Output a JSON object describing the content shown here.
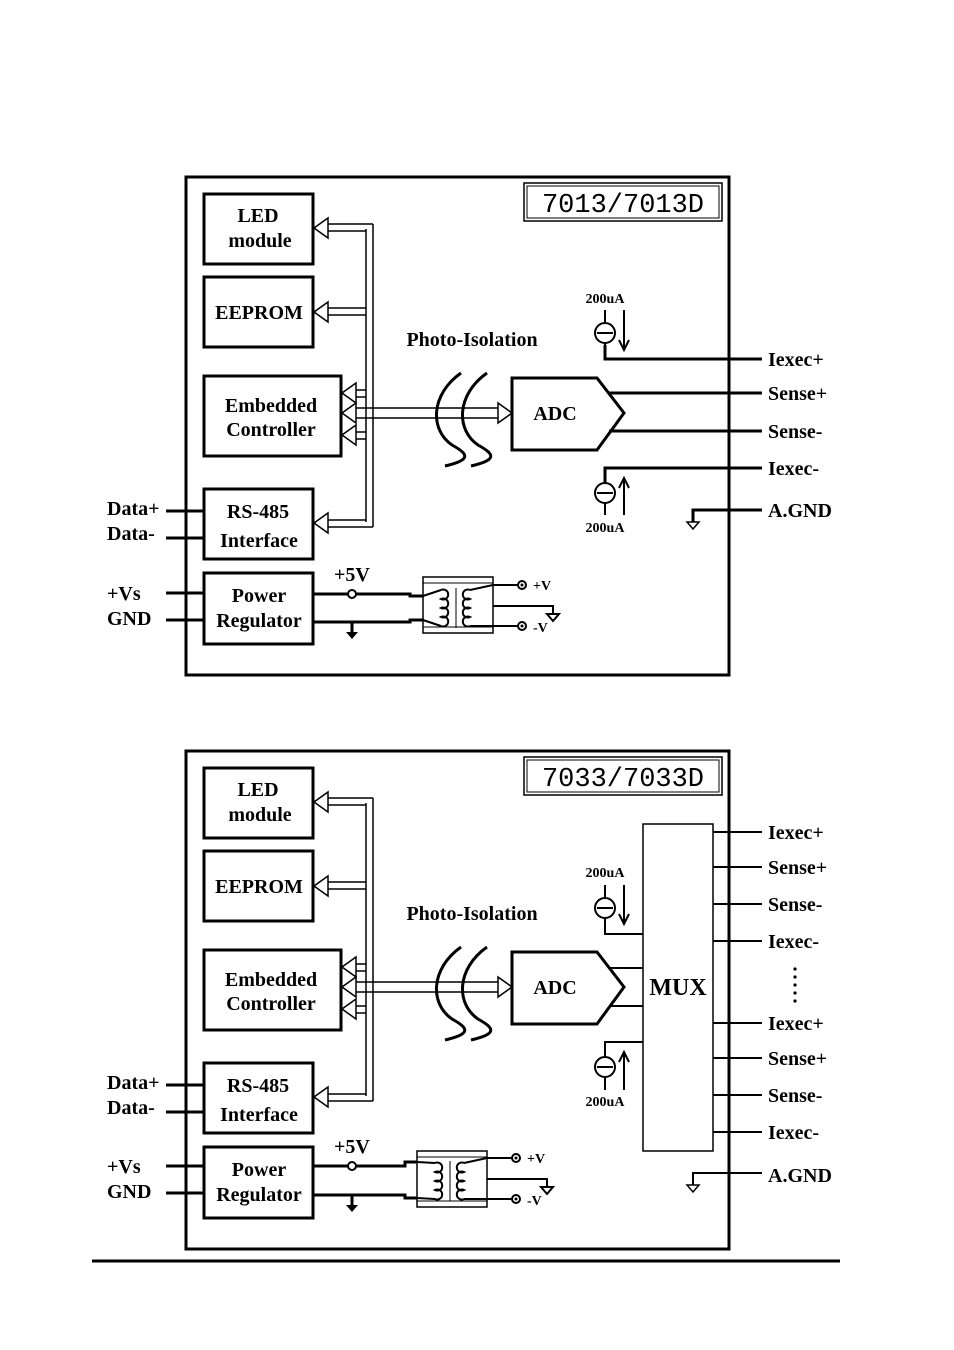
{
  "diagram1": {
    "model": "7013/7013D",
    "blocks": {
      "led_line1": "LED",
      "led_line2": "module",
      "eeprom": "EEPROM",
      "ctrl_line1": "Embedded",
      "ctrl_line2": "Controller",
      "rs485_line1": "RS-485",
      "rs485_line2": "Interface",
      "power_line1": "Power",
      "power_line2": "Regulator",
      "adc": "ADC"
    },
    "photo_isolation": "Photo-Isolation",
    "current_top": "200uA",
    "current_bottom": "200uA",
    "plus5v": "+5V",
    "plus_v": "+V",
    "minus_v": "-V",
    "left_signals": [
      "Data+",
      "Data-",
      "+Vs",
      "GND"
    ],
    "right_signals": [
      "Iexec+",
      "Sense+",
      "Sense-",
      "Iexec-",
      "A.GND"
    ]
  },
  "diagram2": {
    "model": "7033/7033D",
    "blocks": {
      "led_line1": "LED",
      "led_line2": "module",
      "eeprom": "EEPROM",
      "ctrl_line1": "Embedded",
      "ctrl_line2": "Controller",
      "rs485_line1": "RS-485",
      "rs485_line2": "Interface",
      "power_line1": "Power",
      "power_line2": "Regulator",
      "adc": "ADC",
      "mux": "MUX"
    },
    "photo_isolation": "Photo-Isolation",
    "current_top": "200uA",
    "current_bottom": "200uA",
    "plus5v": "+5V",
    "plus_v": "+V",
    "minus_v": "-V",
    "left_signals": [
      "Data+",
      "Data-",
      "+Vs",
      "GND"
    ],
    "right_signals": [
      "Iexec+",
      "Sense+",
      "Sense-",
      "Iexec-",
      "Iexec+",
      "Sense+",
      "Sense-",
      "Iexec-",
      "A.GND"
    ]
  }
}
